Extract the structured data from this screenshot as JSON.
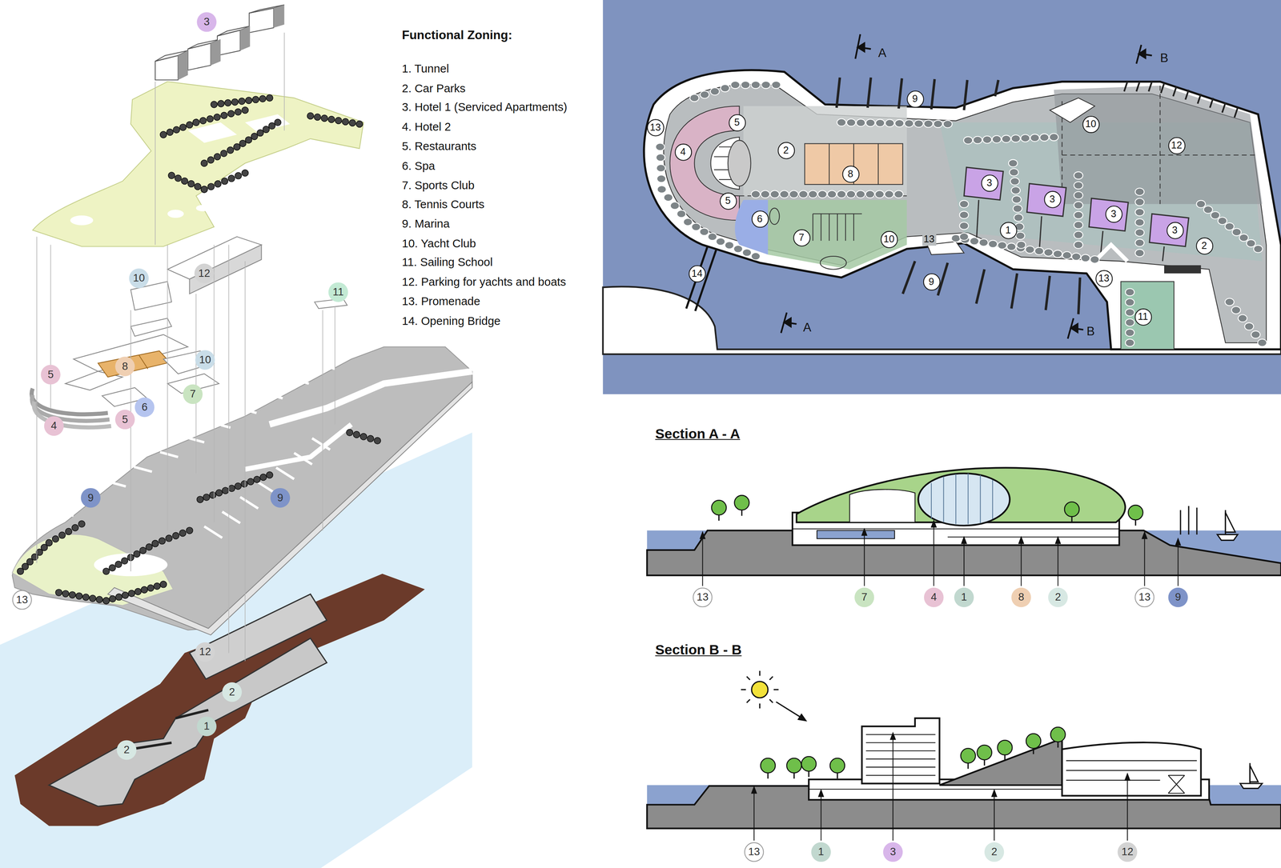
{
  "diagram": {
    "labels": [
      "3",
      "10",
      "12",
      "11",
      "5",
      "8",
      "10",
      "7",
      "6",
      "5",
      "4",
      "9",
      "9",
      "13",
      "12",
      "2",
      "1",
      "2",
      "Functional Zoning:",
      "1. Tunnel",
      "2. Car Parks",
      "3. Hotel 1 (Serviced Apartments)",
      "4. Hotel 2",
      "5. Restaurants",
      "6. Spa",
      "7. Sports Club",
      "8. Tennis Courts",
      "9. Marina",
      "10. Yacht Club",
      "11. Sailing School",
      "12. Parking for yachts and boats",
      "13. Promenade",
      "14. Opening Bridge",
      "A",
      "B",
      "9",
      "13",
      "5",
      "4",
      "2",
      "8",
      "10",
      "12",
      "3",
      "3",
      "3",
      "3",
      "5",
      "6",
      "7",
      "10",
      "13",
      "1",
      "2",
      "14",
      "9",
      "13",
      "11",
      "A",
      "B",
      "Section A - A",
      "13",
      "7",
      "4",
      "1",
      "8",
      "2",
      "13",
      "9",
      "Section B - B",
      "13",
      "1",
      "3",
      "2",
      "12"
    ]
  }
}
